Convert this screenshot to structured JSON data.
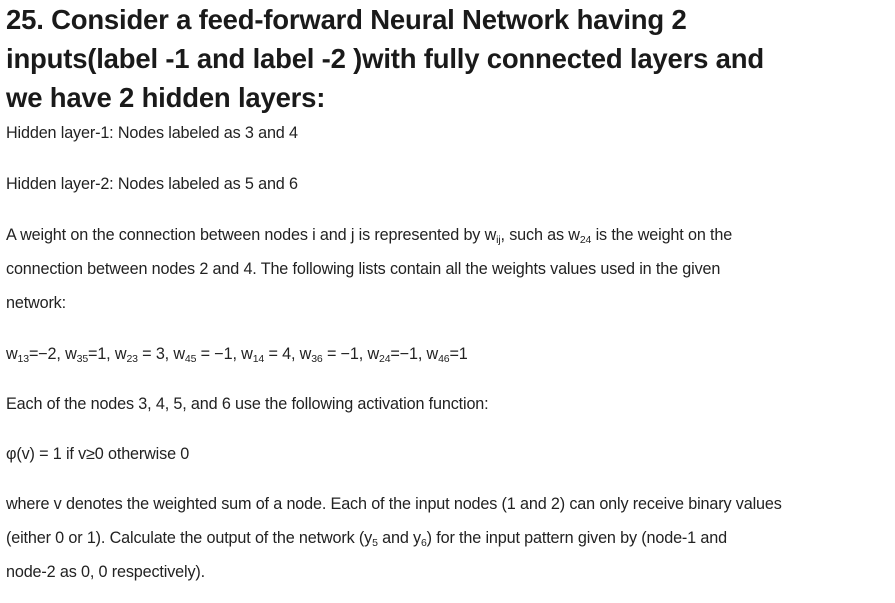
{
  "question": {
    "title_lines": [
      "25. Consider a feed-forward Neural Network having 2",
      "inputs(label -1 and label -2 )with fully connected layers and",
      "we have 2 hidden layers:"
    ],
    "hidden_layer_1": "Hidden layer-1: Nodes labeled as 3 and 4",
    "hidden_layer_2": "Hidden layer-2: Nodes labeled as 5 and 6",
    "weight_desc": {
      "part1": "A weight on the connection between nodes i and j is represented by w",
      "sub_ij": "ij",
      "part2": ", such as w",
      "sub_24": "24",
      "part3": " is the weight on the",
      "line2": "connection between nodes 2 and 4. The following lists contain all the weights values used in the given",
      "line3": "network:"
    },
    "weights": [
      {
        "sub": "13",
        "text": "=−2, "
      },
      {
        "sub": "35",
        "text": "=1, "
      },
      {
        "sub": "23",
        "text": " = 3, "
      },
      {
        "sub": "45",
        "text": " = −1, "
      },
      {
        "sub": "14",
        "text": " = 4, "
      },
      {
        "sub": "36",
        "text": " = −1, "
      },
      {
        "sub": "24",
        "text": "=−1, "
      },
      {
        "sub": "46",
        "text": "=1"
      }
    ],
    "weight_prefix": "w",
    "activation_intro": "Each of the nodes 3, 4, 5, and 6 use the following activation function:",
    "activation_fn": "φ(v) = 1 if v≥0 otherwise 0",
    "final": {
      "line1": "where v denotes the weighted sum of a node. Each of the input nodes (1 and 2) can only receive binary values",
      "line2_a": "(either 0 or 1). Calculate the output of the network (y",
      "sub_5": "5",
      "line2_b": " and y",
      "sub_6": "6",
      "line2_c": ") for the input pattern given by (node-1 and",
      "line3": "node-2 as 0, 0 respectively)."
    }
  }
}
